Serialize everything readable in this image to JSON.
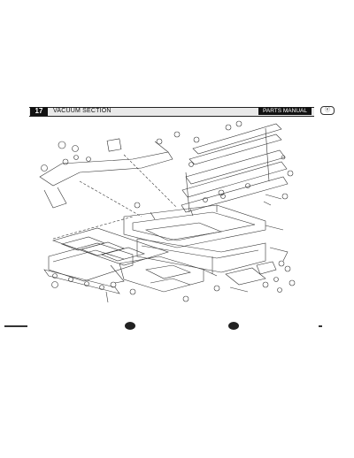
{
  "header": {
    "section_number": "17",
    "section_title": "VACUUM SECTION",
    "manual_label": "PARTS MANUAL",
    "page_badge": "ⓔ"
  }
}
